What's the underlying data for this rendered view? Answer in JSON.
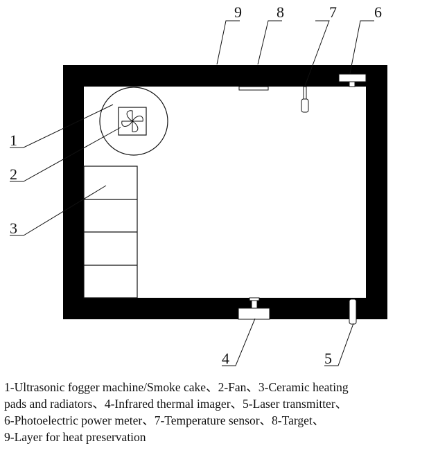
{
  "callout_labels": [
    "1",
    "2",
    "3",
    "4",
    "5",
    "6",
    "7",
    "8",
    "9"
  ],
  "caption_lines": [
    "1-Ultrasonic fogger machine/Smoke cake、2-Fan、3-Ceramic heating",
    "pads and radiators、4-Infrared thermal imager、5-Laser transmitter、",
    "6-Photoelectric power meter、7-Temperature sensor、8-Target、",
    "9-Layer for heat preservation"
  ],
  "colors": {
    "wall": "#000000",
    "line": "#111111",
    "background": "#ffffff"
  }
}
